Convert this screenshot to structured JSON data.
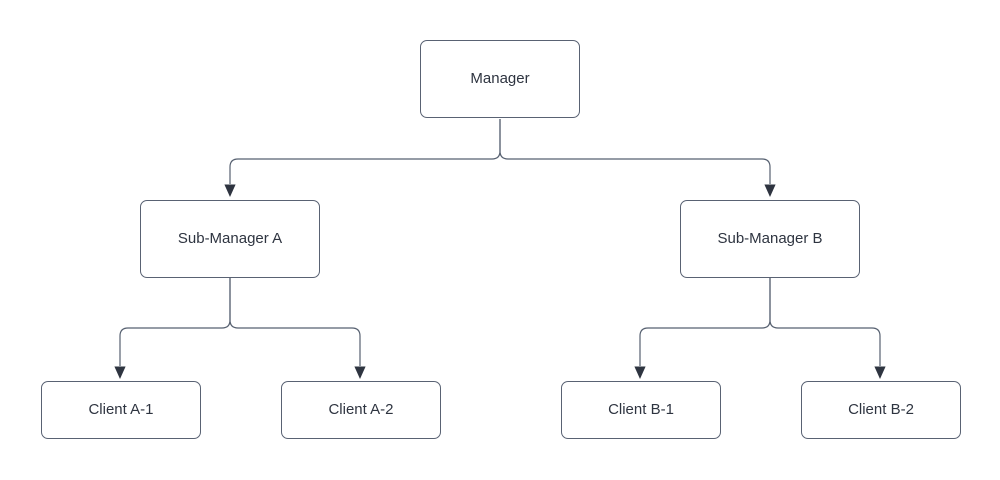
{
  "diagram": {
    "type": "org-chart",
    "background": "#ffffff",
    "nodes": {
      "manager": {
        "label": "Manager"
      },
      "sub_a": {
        "label": "Sub-Manager A"
      },
      "sub_b": {
        "label": "Sub-Manager B"
      },
      "client_a1": {
        "label": "Client A-1"
      },
      "client_a2": {
        "label": "Client A-2"
      },
      "client_b1": {
        "label": "Client B-1"
      },
      "client_b2": {
        "label": "Client B-2"
      }
    },
    "edges": [
      {
        "from": "Manager",
        "to": "Sub-Manager A",
        "arrow": "filled-triangle"
      },
      {
        "from": "Manager",
        "to": "Sub-Manager B",
        "arrow": "filled-triangle"
      },
      {
        "from": "Sub-Manager A",
        "to": "Client A-1",
        "arrow": "filled-triangle"
      },
      {
        "from": "Sub-Manager A",
        "to": "Client A-2",
        "arrow": "filled-triangle"
      },
      {
        "from": "Sub-Manager B",
        "to": "Client B-1",
        "arrow": "filled-triangle"
      },
      {
        "from": "Sub-Manager B",
        "to": "Client B-2",
        "arrow": "filled-triangle"
      }
    ],
    "colors": {
      "node_fill": "#ffffff",
      "node_border": "#596273",
      "connector": "#566070",
      "arrowhead": "#2e3440",
      "text": "#2e3440"
    }
  }
}
